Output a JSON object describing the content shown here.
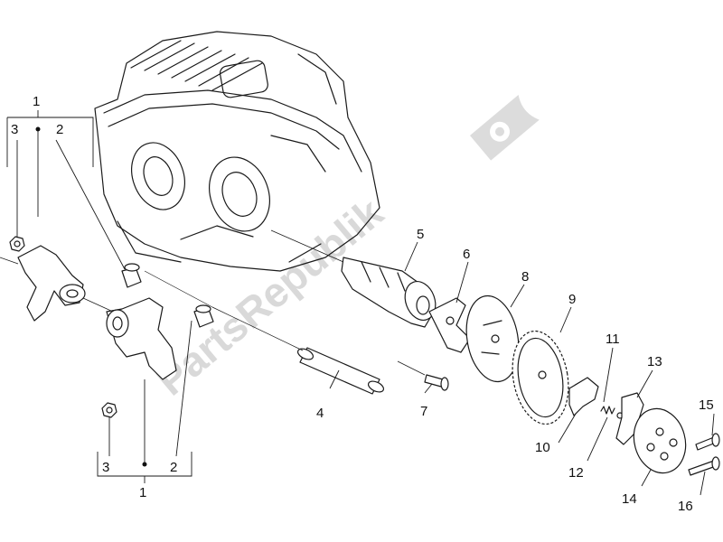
{
  "watermark": {
    "text": "PartsRepublik",
    "color": "#d9d9d9"
  },
  "callouts": {
    "n1_top": "1",
    "n2_top": "2",
    "n3_top": "3",
    "n4": "4",
    "n5": "5",
    "n6": "6",
    "n7": "7",
    "n8": "8",
    "n9": "9",
    "n10": "10",
    "n11": "11",
    "n12": "12",
    "n13": "13",
    "n14": "14",
    "n15": "15",
    "n16": "16",
    "n1_bottom": "1",
    "n2_bottom": "2",
    "n3_bottom": "3"
  },
  "icons": {
    "watermark_logo": "gear-flag-icon"
  }
}
